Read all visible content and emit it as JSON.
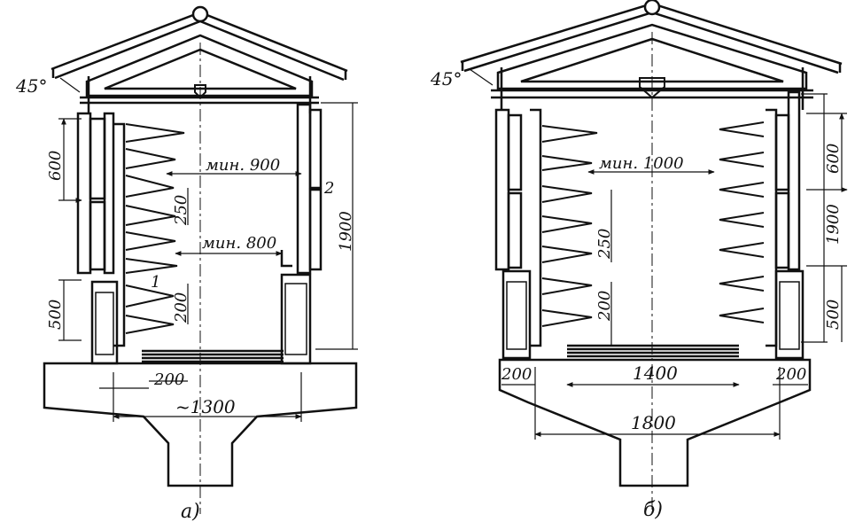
{
  "diagram": {
    "colors": {
      "ink": "#111111",
      "paper": "#ffffff"
    },
    "left": {
      "caption": "а)",
      "angle": "45°",
      "dims": {
        "d600": "600",
        "d500": "500",
        "d250": "250",
        "d200v": "200",
        "d1900": "1900",
        "min900": "мин. 900",
        "min800": "мин. 800",
        "d200h": "200",
        "d1300": "~1300"
      },
      "markers": {
        "m1": "1",
        "m2": "2"
      }
    },
    "right": {
      "caption": "б)",
      "angle": "45°",
      "dims": {
        "d600": "600",
        "d1900": "1900",
        "d500": "500",
        "d250": "250",
        "d200v": "200",
        "min1000": "мин. 1000",
        "d200l": "200",
        "d1400": "1400",
        "d200r": "200",
        "d1800": "1800"
      }
    }
  }
}
